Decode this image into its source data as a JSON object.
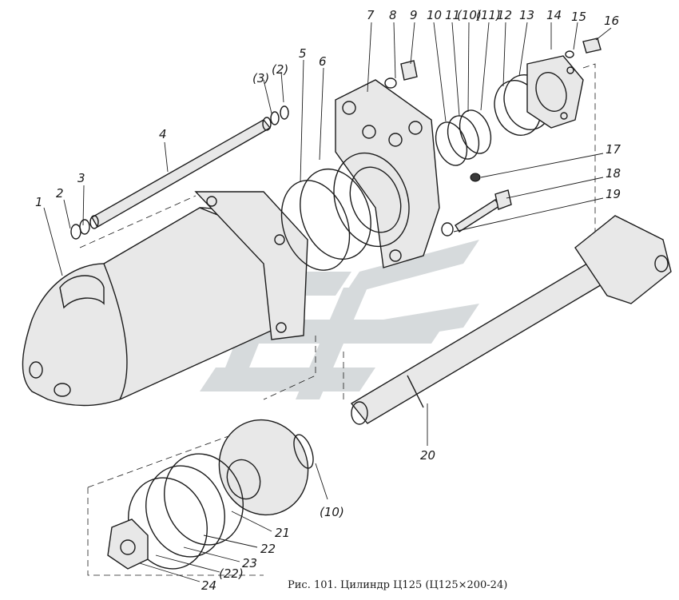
{
  "caption": "Рис. 101. Цилиндр Ц125 (Ц125×200-24)",
  "part_labels": {
    "p1": "1",
    "p2": "2",
    "p3": "3",
    "p4": "4",
    "p5": "5",
    "p6": "6",
    "p7": "7",
    "p8": "8",
    "p9": "9",
    "p10": "10",
    "p11": "11",
    "p11b": "(10)",
    "p11c": "(11)",
    "p12": "12",
    "p13": "13",
    "p14": "14",
    "p15": "15",
    "p16": "16",
    "p17": "17",
    "p18": "18",
    "p19": "19",
    "p20": "20",
    "p21": "21",
    "p22": "22",
    "p23": "23",
    "p24": "24",
    "p_2": "(2)",
    "p_3": "(3)",
    "p_10": "(10)",
    "p_22": "(22)"
  },
  "colors": {
    "ink": "#1b1b1b",
    "watermark": "#cfd4d6"
  }
}
